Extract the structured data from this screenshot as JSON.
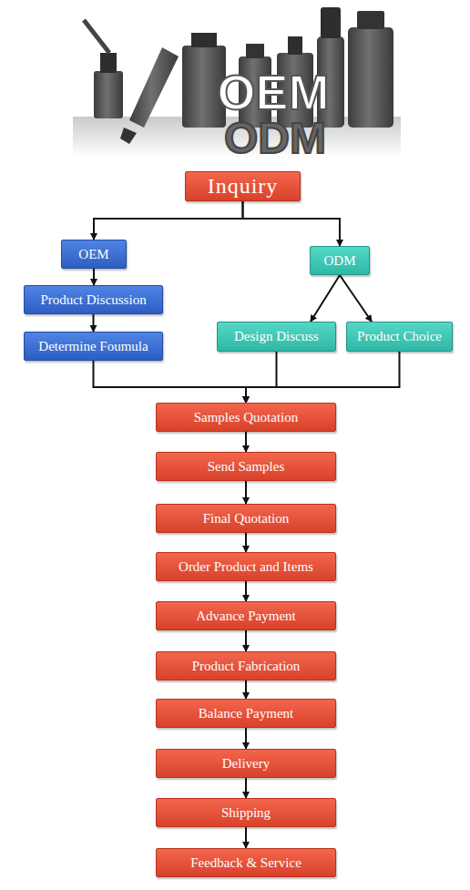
{
  "diagram": {
    "nodes": [
      {
        "text": [
          "Inquiry"
        ]
      },
      {
        "text": [
          "OEM"
        ]
      },
      {
        "text": [
          "Product Discussion"
        ]
      },
      {
        "text": [
          "Determine Foumula"
        ]
      },
      {
        "text": [
          "ODM"
        ]
      },
      {
        "text": [
          "Design Discuss"
        ]
      },
      {
        "text": [
          "Product Choice"
        ]
      },
      {
        "text": [
          "Samples Quotation"
        ]
      },
      {
        "text": [
          "Send Samples"
        ]
      },
      {
        "text": [
          "Final Quotation"
        ]
      },
      {
        "text": [
          "Order Product and Items"
        ]
      },
      {
        "text": [
          "Advance Payment"
        ]
      },
      {
        "text": [
          "Product Fabrication"
        ]
      },
      {
        "text": [
          "Balance Payment"
        ]
      },
      {
        "text": [
          "Delivery"
        ]
      },
      {
        "text": [
          "Shipping"
        ]
      },
      {
        "text": [
          "Feedback & Service"
        ]
      }
    ],
    "edges": [
      {
        "from": 0,
        "to": 1,
        "arrow": "to"
      },
      {
        "from": 0,
        "to": 4,
        "arrow": "to"
      },
      {
        "from": 1,
        "to": 2,
        "arrow": "to"
      },
      {
        "from": 2,
        "to": 3,
        "arrow": "to"
      },
      {
        "from": 4,
        "to": 5,
        "arrow": "to"
      },
      {
        "from": 4,
        "to": 6,
        "arrow": "to"
      },
      {
        "from": 3,
        "to": 7,
        "arrow": "to"
      },
      {
        "from": 5,
        "to": 7,
        "arrow": "to"
      },
      {
        "from": 6,
        "to": 7,
        "arrow": "to"
      },
      {
        "from": 7,
        "to": 8,
        "arrow": "to"
      },
      {
        "from": 8,
        "to": 9,
        "arrow": "to"
      },
      {
        "from": 9,
        "to": 10,
        "arrow": "to"
      },
      {
        "from": 10,
        "to": 11,
        "arrow": "to"
      },
      {
        "from": 11,
        "to": 12,
        "arrow": "to"
      },
      {
        "from": 12,
        "to": 13,
        "arrow": "to"
      },
      {
        "from": 13,
        "to": 14,
        "arrow": "to"
      },
      {
        "from": 14,
        "to": 15,
        "arrow": "to"
      },
      {
        "from": 15,
        "to": 16,
        "arrow": "to"
      }
    ],
    "labels": [
      "OEM",
      "ODM"
    ]
  }
}
